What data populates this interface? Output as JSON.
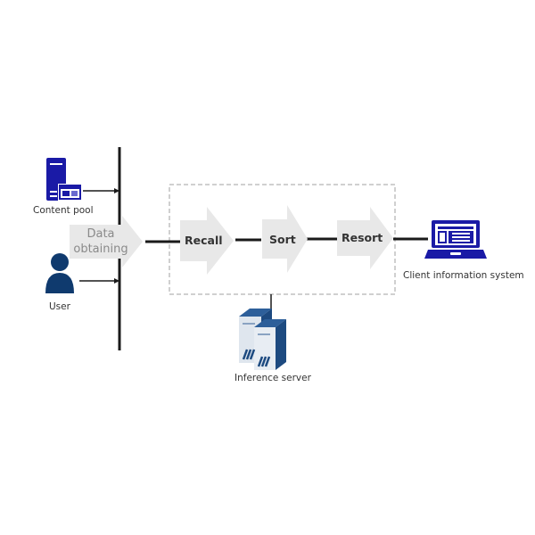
{
  "diagram": {
    "sources": {
      "content_pool": "Content pool",
      "user": "User"
    },
    "data_obtaining": "Data\nobtaining",
    "data_obtaining_lines": [
      "Data",
      "obtaining"
    ],
    "stages": [
      "Recall",
      "Sort",
      "Resort"
    ],
    "client_system": "Client information system",
    "inference_server": "Inference server",
    "colors": {
      "icon_blue": "#1a1aa6",
      "user_navy": "#0f3a6e",
      "server_blue": "#2d5f9a",
      "arrow_gray": "#e8e8e8",
      "line": "#1a1a1a",
      "dashed_border": "#a0a0a0"
    }
  }
}
